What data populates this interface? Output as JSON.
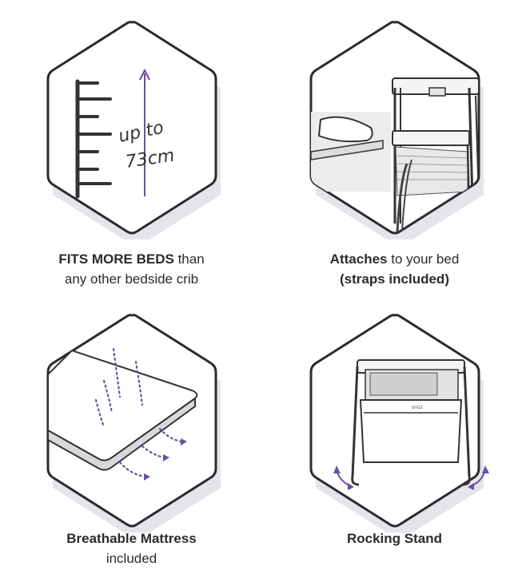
{
  "features": [
    {
      "icon": "height-ruler-icon",
      "caption_bold": "FITS MORE BEDS",
      "caption_rest": " than",
      "caption_line2": "any other bedside crib",
      "illustration_text_1": "up to",
      "illustration_text_2": "73cm"
    },
    {
      "icon": "bed-attach-icon",
      "caption_bold": "Attaches",
      "caption_rest": " to your bed",
      "caption_line2": "(straps included)"
    },
    {
      "icon": "mattress-airflow-icon",
      "caption_bold": "Breathable Mattress",
      "caption_rest": "",
      "caption_line2": "included"
    },
    {
      "icon": "rocking-stand-icon",
      "caption_bold": "Rocking Stand",
      "caption_rest": "",
      "caption_line2": "",
      "illustration_text_1": "snüz"
    }
  ],
  "colors": {
    "hex_outline": "#2e2a30",
    "hex_shadow": "#e6e4ea",
    "accent_purple": "#6a4fa3",
    "line_dark": "#333333",
    "fill_grey": "#ececec"
  }
}
